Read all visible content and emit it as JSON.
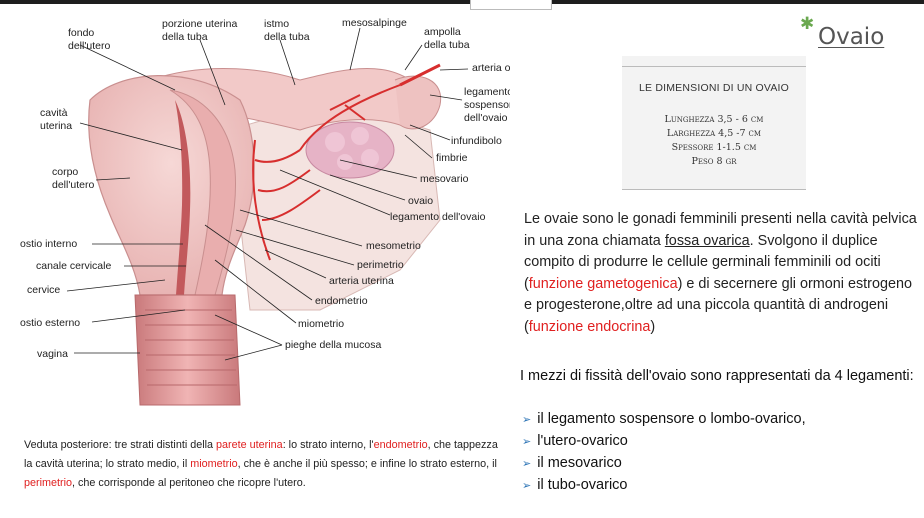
{
  "title": "Ovaio",
  "dimensions_table": {
    "heading": "LE DIMENSIONI DI UN OVAIO",
    "rows": [
      "Lunghezza 3,5 - 6 cm",
      "Larghezza 4,5 -7 cm",
      "Spessore 1-1.5 cm",
      "Peso 8 gr"
    ]
  },
  "paragraph": {
    "p1": "Le ovaie sono le gonadi femminili presenti nella cavità pelvica in una zona chiamata ",
    "fossa": "fossa ovarica",
    "p2": ". Svolgono il duplice compito di produrre le cellule germinali femminili od ociti (",
    "gameto": "funzione gametogenica",
    "p3": ") e di secernere gli ormoni estrogeno e progesterone,oltre ad una piccola quantità di androgeni (",
    "endocrina": "funzione endocrina",
    "p4": ")"
  },
  "means": {
    "intro": "I mezzi di fissità dell'ovaio sono rappresentati da 4 legamenti:",
    "items": [
      "il legamento sospensore o lombo-ovarico,",
      "l'utero-ovarico",
      "il mesovarico",
      "il tubo-ovarico"
    ]
  },
  "caption": {
    "t1": "Veduta posteriore: tre strati distinti della ",
    "parete": "parete uterina",
    "t2": ": lo strato interno, l'",
    "endometrio": "endometrio",
    "t3": ", che tappezza la cavità uterina; lo strato medio, il ",
    "miometrio": "miometrio",
    "t4": ", che è anche il più spesso; e infine lo strato esterno, il ",
    "perimetrio": "perimetrio",
    "t5": ", che corrisponde al peritoneo che ricopre l'utero."
  },
  "diagram_labels": {
    "fondo1": "fondo",
    "fondo2": "dell'utero",
    "porzione1": "porzione uterina",
    "porzione2": "della tuba",
    "istmo1": "istmo",
    "istmo2": "della tuba",
    "mesosalpinge": "mesosalpinge",
    "ampolla1": "ampolla",
    "ampolla2": "della tuba",
    "arteria_ovarica": "arteria ovarica",
    "legamento1": "legamento",
    "legamento2": "sospensore",
    "legamento3": "dell'ovaio",
    "infundibolo": "infundibolo",
    "fimbrie": "fimbrie",
    "mesovario": "mesovario",
    "ovaio": "ovaio",
    "legamento_ovaio": "legamento dell'ovaio",
    "cavita1": "cavità",
    "cavita2": "uterina",
    "corpo1": "corpo",
    "corpo2": "dell'utero",
    "ostio_interno": "ostio interno",
    "canale_cervicale": "canale cervicale",
    "cervice": "cervice",
    "ostio_esterno": "ostio esterno",
    "vagina": "vagina",
    "mesometrio": "mesometrio",
    "perimetrio": "perimetrio",
    "arteria_uterina": "arteria uterina",
    "endometrio": "endometrio",
    "miometrio": "miometrio",
    "pieghe": "pieghe della mucosa"
  },
  "colors": {
    "accent_red": "#e02020",
    "bullet_blue": "#2e75b6",
    "title_mark_green": "#6aa84f"
  }
}
